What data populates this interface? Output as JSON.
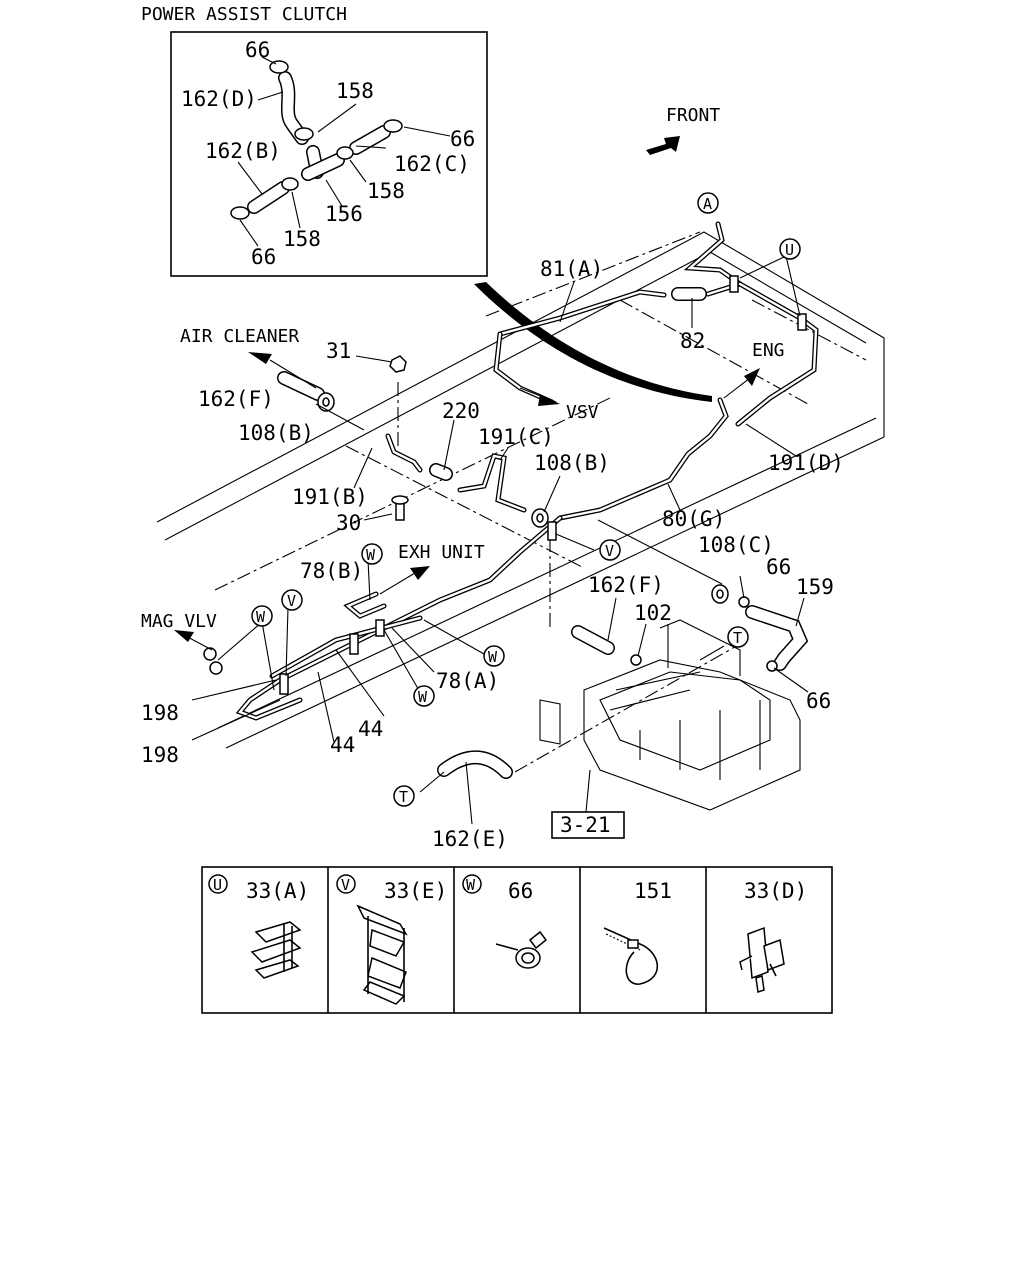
{
  "header": {
    "inset_title": "POWER ASSIST CLUTCH"
  },
  "directions": {
    "front": "FRONT",
    "air_cleaner": "AIR CLEANER",
    "vsv": "VSV",
    "eng": "ENG",
    "exh_unit": "EXH UNIT",
    "mag_vlv": "MAG VLV"
  },
  "inset_parts": {
    "p66_top": "66",
    "p162d": "162(D)",
    "p158_top": "158",
    "p66_right": "66",
    "p162b": "162(B)",
    "p162c": "162(C)",
    "p158_mid": "158",
    "p156": "156",
    "p158_bot": "158",
    "p66_bot": "66"
  },
  "parts": {
    "p81a": "81(A)",
    "p82": "82",
    "p31": "31",
    "p162f_left": "162(F)",
    "p108b_left": "108(B)",
    "p220": "220",
    "p191c": "191(C)",
    "p108b_mid": "108(B)",
    "p191d": "191(D)",
    "p191b": "191(B)",
    "p30": "30",
    "p80g": "80(G)",
    "p108c": "108(C)",
    "p66_right": "66",
    "p159": "159",
    "p78b": "78(B)",
    "p162f_mid": "162(F)",
    "p102": "102",
    "p66_lower": "66",
    "p78a": "78(A)",
    "p44_a": "44",
    "p44_b": "44",
    "p198_a": "198",
    "p198_b": "198",
    "p162e": "162(E)",
    "ref_321": "3-21"
  },
  "callouts": {
    "a": "A",
    "u": "U",
    "v": "V",
    "w": "W",
    "t": "T"
  },
  "legend": [
    {
      "key": "U",
      "part": "33(A)"
    },
    {
      "key": "V",
      "part": "33(E)"
    },
    {
      "key": "W",
      "part": "66"
    },
    {
      "key": "",
      "part": "151"
    },
    {
      "key": "",
      "part": "33(D)"
    }
  ]
}
